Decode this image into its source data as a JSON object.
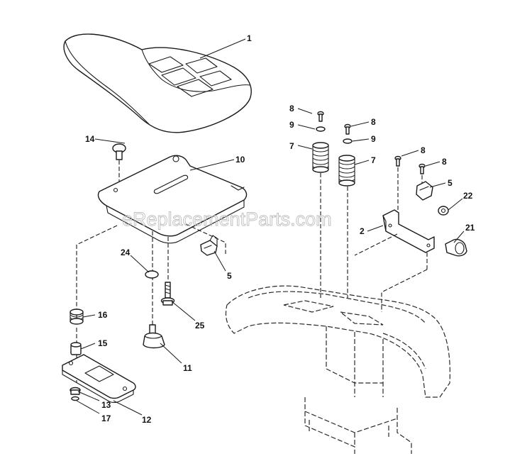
{
  "watermark": "eReplacementParts.com",
  "callouts": {
    "seat": "1",
    "pan_bracket": "2",
    "switch_left": "5",
    "switch_right": "5",
    "spring_left": "7",
    "spring_right": "7",
    "screw_a": "8",
    "screw_b": "8",
    "screw_c": "8",
    "screw_d": "8",
    "washer_left": "9",
    "washer_right": "9",
    "seat_pan": "10",
    "knob": "11",
    "slide_plate": "12",
    "nut": "13",
    "pin": "14",
    "bushing": "15",
    "seat_spring": "16",
    "washer_bottom": "17",
    "knob_21": "21",
    "part_22": "22",
    "washer_24": "24",
    "bolt_25": "25"
  }
}
